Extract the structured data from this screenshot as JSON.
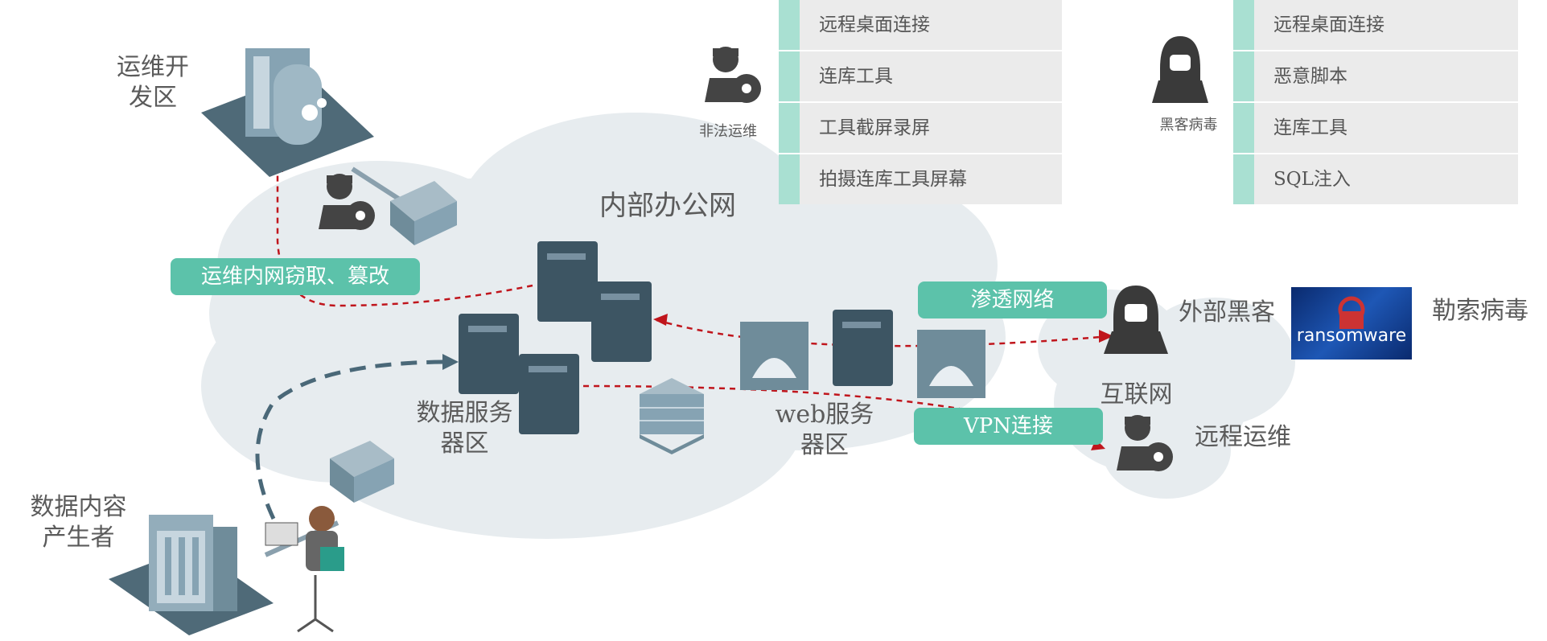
{
  "labels": {
    "ops_dev_zone": [
      "运维开",
      "发区"
    ],
    "internal_office_net": "内部办公网",
    "data_server_zone": [
      "数据服务",
      "器区"
    ],
    "web_server_zone": [
      "web服务",
      "器区"
    ],
    "data_producer": [
      "数据内容",
      "产生者"
    ],
    "external_hacker": "外部黑客",
    "ransomware": "勒索病毒",
    "internet": "互联网",
    "remote_ops": "远程运维",
    "illegal_ops": "非法运维",
    "hacker_virus": "黑客病毒",
    "ransomware_logo": "ransomware"
  },
  "pills": {
    "ops_tamper": "运维内网窃取、篡改",
    "penetration": "渗透网络",
    "vpn": "VPN连接"
  },
  "illegal_ops_list": [
    "远程桌面连接",
    "连库工具",
    "工具截屏录屏",
    "拍摄连库工具屏幕"
  ],
  "hacker_list": [
    "远程桌面连接",
    "恶意脚本",
    "连库工具",
    "SQL注入"
  ],
  "colors": {
    "accent": "#5cc2aa",
    "list_bar": "#a9e0d2",
    "list_bg": "#ebebeb",
    "cloud": "#e7ecef",
    "dashed_red": "#c0151c",
    "dashed_blue": "#4a6878",
    "server": "#3d5563"
  }
}
